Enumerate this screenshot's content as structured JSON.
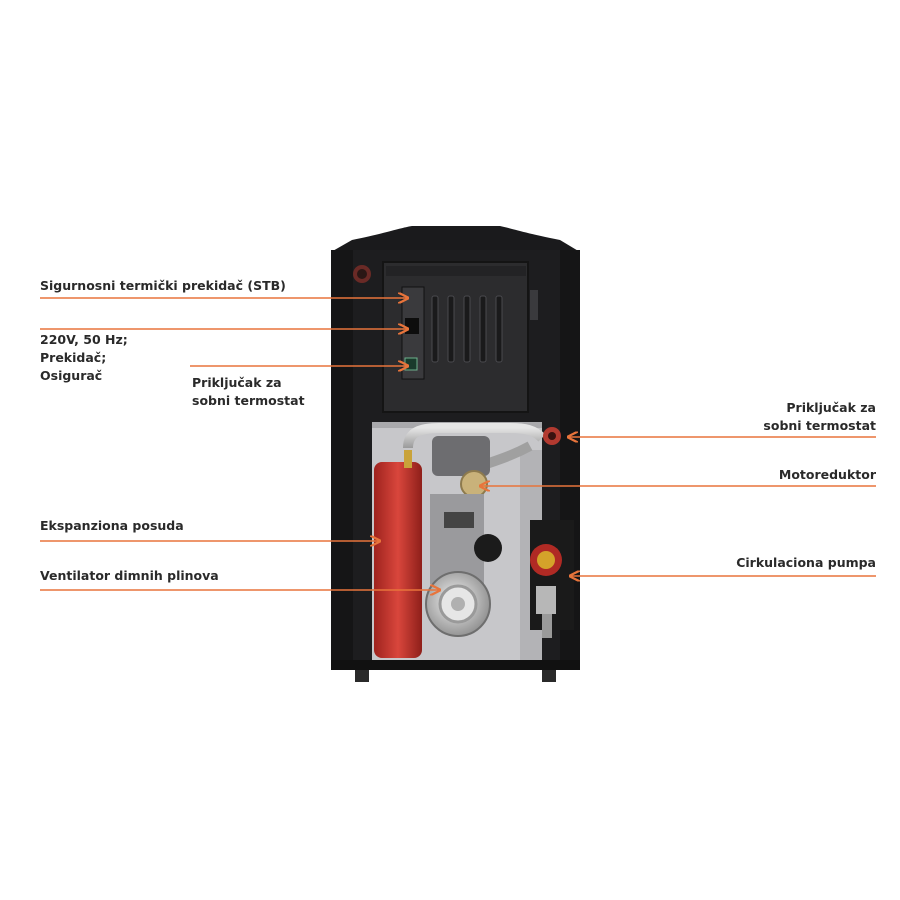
{
  "colors": {
    "leader": "#e8743b",
    "cabinet": "#1d1d1f",
    "panel": "#2c2c2e",
    "interior": "#cfcfd2",
    "tank": "#c8352e",
    "pump": "#b02a24",
    "motor": "#c9b27a"
  },
  "labels": {
    "stb": "Sigurnosni termički prekidač (STB)",
    "power_line1": "220V, 50 Hz;",
    "power_line2": "Prekidač;",
    "power_line3": "Osigurač",
    "thermostat_left_line1": "Priključak za",
    "thermostat_left_line2": "sobni termostat",
    "thermostat_right_line1": "Priključak za",
    "thermostat_right_line2": "sobni termostat",
    "motor": "Motoreduktor",
    "expansion": "Ekspanziona posuda",
    "pump": "Cirkulaciona pumpa",
    "fan": "Ventilator dimnih plinova"
  }
}
